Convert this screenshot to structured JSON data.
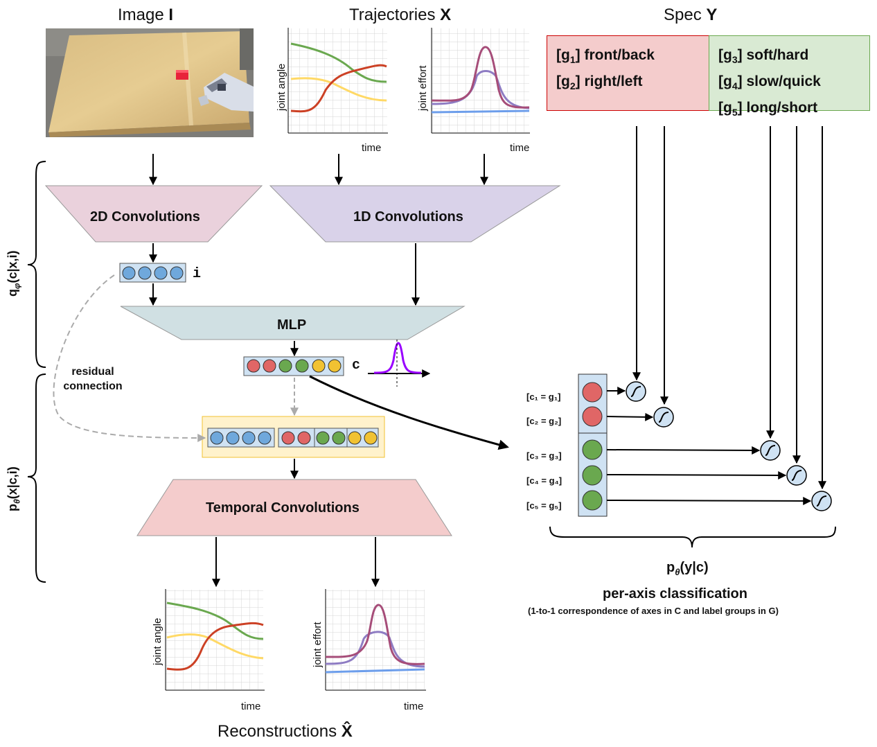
{
  "titles": {
    "image": "Image ",
    "image_sym": "I",
    "traj": "Trajectories ",
    "traj_sym": "X",
    "spec": "Spec ",
    "spec_sym": "Y",
    "recon": "Reconstructions ",
    "recon_sym": "X̂"
  },
  "blocks": {
    "conv2d": "2D Convolutions",
    "conv1d": "1D Convolutions",
    "mlp": "MLP",
    "temporal": "Temporal Convolutions"
  },
  "vectors": {
    "i_label": "i",
    "c_label": "c"
  },
  "labels": {
    "residual_line1": "residual",
    "residual_line2": "connection",
    "encoder": "q",
    "encoder_sub": "φ",
    "encoder_args": "(c|x,i)",
    "decoder": "p",
    "decoder_sub": "θ",
    "decoder_args": "(x|c,i)",
    "classifier": "p",
    "classifier_sub": "θ",
    "classifier_args": "(y|c)",
    "per_axis": "per-axis classification",
    "correspondence": "(1-to-1 correspondence of axes in C and label groups in G)"
  },
  "plots": {
    "angle_ylabel": "joint angle",
    "effort_ylabel": "joint effort",
    "xlabel": "time"
  },
  "spec": {
    "left": [
      {
        "pre": "[g",
        "sub": "1",
        "post": "] front/back"
      },
      {
        "pre": "[g",
        "sub": "2",
        "post": "] right/left"
      }
    ],
    "right": [
      {
        "pre": "[g",
        "sub": "3",
        "post": "] soft/hard"
      },
      {
        "pre": "[g",
        "sub": "4",
        "post": "] slow/quick"
      },
      {
        "pre": "[g",
        "sub": "5",
        "post": "] long/short"
      }
    ]
  },
  "latent_labels": [
    "[c₁ = g₁]",
    "[c₂ = g₂]",
    "[c₃ = g₃]",
    "[c₄ = g₄]",
    "[c₅ = g₅]"
  ],
  "colors": {
    "red": "#e06666",
    "green": "#6aa84f",
    "yellow": "#f1c232",
    "blue": "#6fa8dc",
    "conv2d_fill": "#ead1dc",
    "conv1d_fill": "#d9d2e9",
    "mlp_fill": "#d0e0e3",
    "temporal_fill": "#f4cccc",
    "spec_left_fill": "#f4cccc",
    "spec_left_border": "#cc0000",
    "spec_right_fill": "#d9ead3",
    "spec_right_border": "#6aa84f",
    "concat_fill": "#fff2cc",
    "concat_border": "#f1c232",
    "curve_red": "#cc4125",
    "curve_green": "#6aa84f",
    "curve_yellow": "#ffd966",
    "curve_purple": "#a64d79",
    "curve_lilac": "#8e7cc3",
    "curve_blue": "#6d9eeb",
    "gaussian": "#9900ff"
  }
}
